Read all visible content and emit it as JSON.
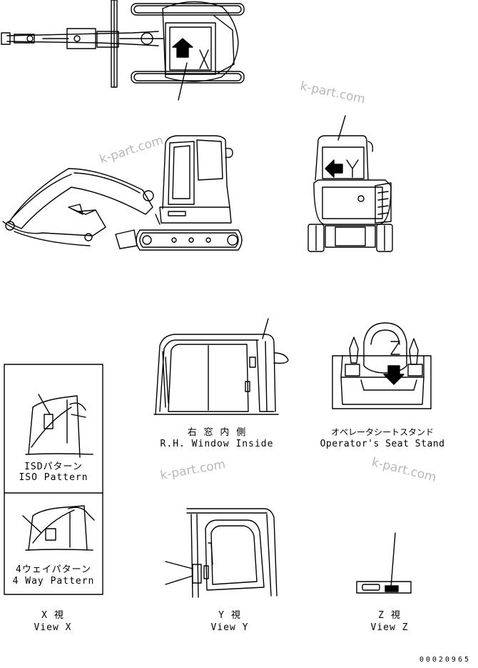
{
  "watermark": "k-part.com",
  "document_number": "00020965",
  "views": {
    "rh_window": {
      "jp": "右 窓 内 側",
      "en": "R.H. Window Inside"
    },
    "seat_stand": {
      "jp": "オペレータシートスタンド",
      "en": "Operator's Seat Stand"
    },
    "view_x": {
      "jp": "X 視",
      "en": "View X"
    },
    "view_y": {
      "jp": "Y 視",
      "en": "View Y"
    },
    "view_z": {
      "jp": "Z 視",
      "en": "View Z"
    }
  },
  "patterns": {
    "iso": {
      "jp": "ISDパターン",
      "en": "ISO Pattern"
    },
    "four_way": {
      "jp": "4ウェイパターン",
      "en": "4 Way Pattern"
    }
  },
  "view_marks": {
    "x": "X",
    "y": "Y",
    "z": "Z"
  },
  "colors": {
    "line": "#000000",
    "watermark": "#b8b8b8",
    "background": "#ffffff"
  }
}
